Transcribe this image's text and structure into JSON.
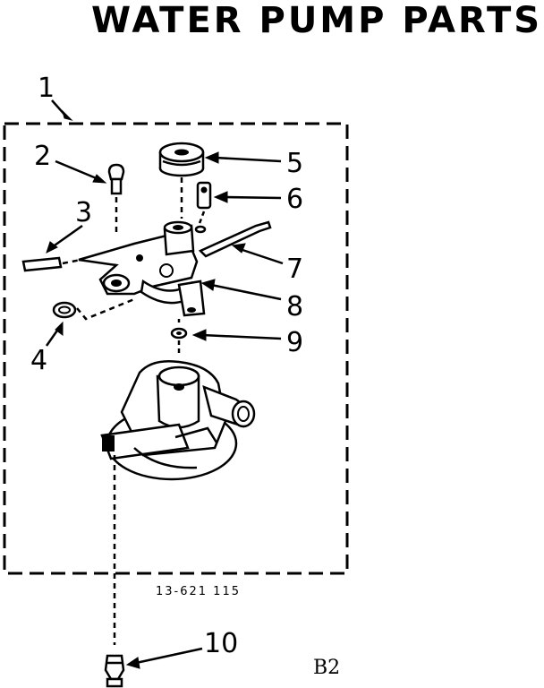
{
  "title": "WATER PUMP PARTS",
  "callouts": [
    "1",
    "2",
    "3",
    "4",
    "5",
    "6",
    "7",
    "8",
    "9",
    "10"
  ],
  "reference_code": "13-621 115",
  "sheet_label": "B2"
}
